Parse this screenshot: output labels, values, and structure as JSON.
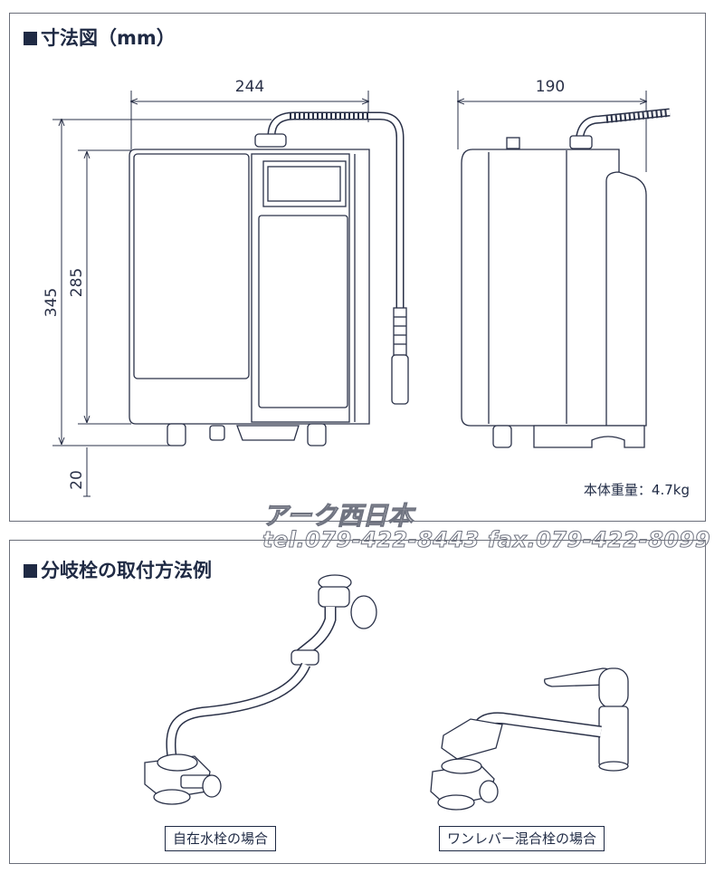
{
  "dimension_section": {
    "heading": "寸法図（mm）",
    "width_front": "244",
    "width_side": "190",
    "height_total": "345",
    "height_body": "285",
    "height_feet": "20",
    "weight_label": "本体重量：4.7kg"
  },
  "branch_section": {
    "heading": "分岐栓の取付方法例",
    "caption_left": "自在水栓の場合",
    "caption_right": "ワンレバー混合栓の場合"
  },
  "watermark": {
    "line1": "アーク西日本",
    "line2": "tel.079-422-8443  fax.079-422-8099"
  }
}
